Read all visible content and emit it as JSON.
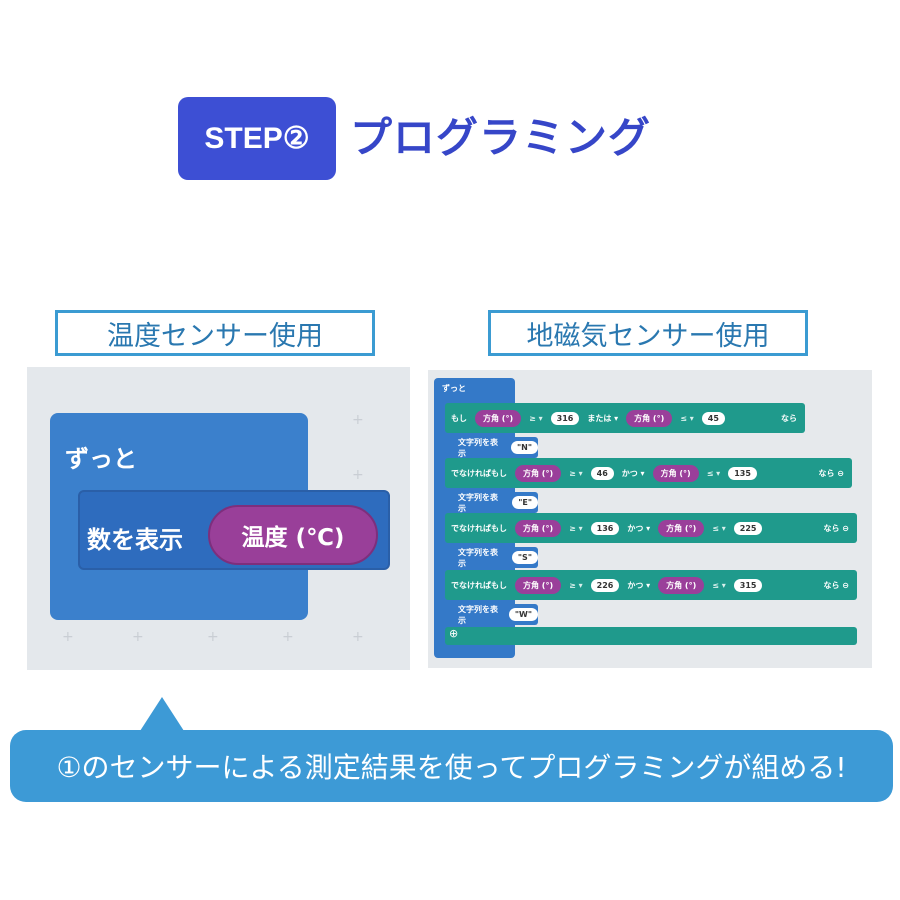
{
  "header": {
    "step": "STEP②",
    "title": "プログラミング"
  },
  "left": {
    "label": "温度センサー使用",
    "forever": "ずっと",
    "show_number": "数を表示",
    "temperature": "温度 (℃)"
  },
  "right": {
    "label": "地磁気センサー使用",
    "forever": "ずっと",
    "rows": [
      {
        "kw": "もし",
        "a": "方角 (°)",
        "op1": "≥ ▾",
        "v1": "316",
        "conj": "または ▾",
        "b": "方角 (°)",
        "op2": "≤ ▾",
        "v2": "45",
        "then": "なら",
        "show": "文字列を表示",
        "out": "\"N\""
      },
      {
        "kw": "でなければもし",
        "a": "方角 (°)",
        "op1": "≥ ▾",
        "v1": "46",
        "conj": "かつ ▾",
        "b": "方角 (°)",
        "op2": "≤ ▾",
        "v2": "135",
        "then": "なら ⊖",
        "show": "文字列を表示",
        "out": "\"E\""
      },
      {
        "kw": "でなければもし",
        "a": "方角 (°)",
        "op1": "≥ ▾",
        "v1": "136",
        "conj": "かつ ▾",
        "b": "方角 (°)",
        "op2": "≤ ▾",
        "v2": "225",
        "then": "なら ⊖",
        "show": "文字列を表示",
        "out": "\"S\""
      },
      {
        "kw": "でなければもし",
        "a": "方角 (°)",
        "op1": "≥ ▾",
        "v1": "226",
        "conj": "かつ ▾",
        "b": "方角 (°)",
        "op2": "≤ ▾",
        "v2": "315",
        "then": "なら ⊖",
        "show": "文字列を表示",
        "out": "\"W\""
      }
    ],
    "add": "⊕"
  },
  "callout": "①のセンサーによる測定結果を使ってプログラミングが組める!"
}
